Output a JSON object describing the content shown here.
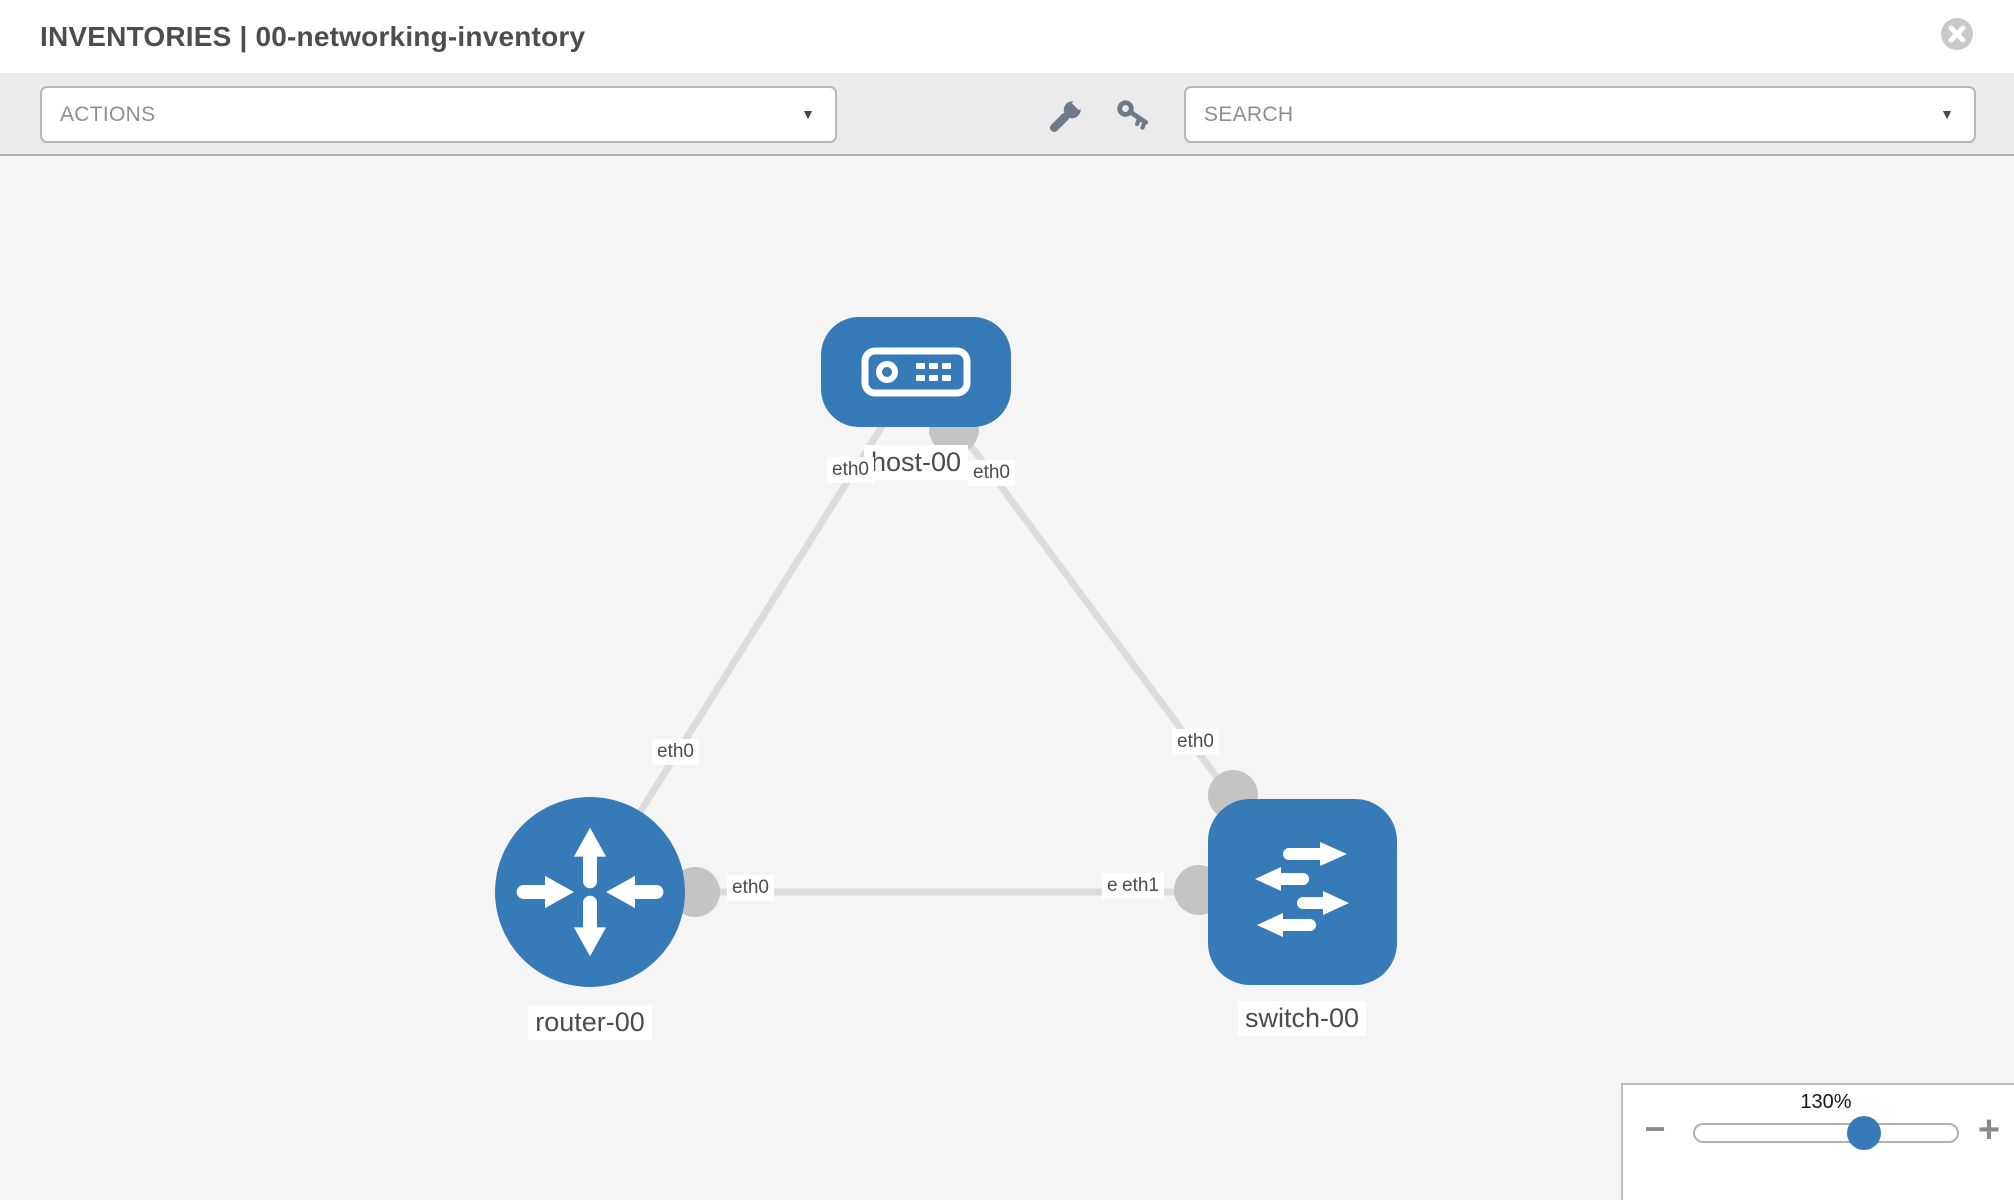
{
  "header": {
    "title": "INVENTORIES | 00-networking-inventory"
  },
  "toolbar": {
    "actions": {
      "label": "ACTIONS"
    },
    "search": {
      "label": "SEARCH"
    },
    "tools": [
      {
        "icon": "wrench-icon"
      },
      {
        "icon": "key-icon"
      }
    ]
  },
  "icons": {
    "dropdown_caret": "▼",
    "zoom_out": "−",
    "zoom_in": "+"
  },
  "topology": {
    "nodes": [
      {
        "id": "host-00",
        "type": "host"
      },
      {
        "id": "router-00",
        "type": "router"
      },
      {
        "id": "switch-00",
        "type": "switch"
      }
    ],
    "links": [
      {
        "source": "host-00",
        "source_if": "eth0",
        "target": "router-00",
        "target_if": "eth0"
      },
      {
        "source": "host-00",
        "source_if": "eth0",
        "target": "switch-00",
        "target_if": "eth0"
      },
      {
        "source": "router-00",
        "source_if": "eth0",
        "target": "switch-00",
        "target_if": "eth1"
      }
    ]
  },
  "zoom_control": {
    "level": "130%"
  },
  "colors": {
    "node_fill": "#377ab8",
    "link": "#dcdcdc",
    "connector": "#c4c4c4",
    "canvas_bg": "#f5f5f5",
    "toolbar_bg": "#ebebeb"
  }
}
